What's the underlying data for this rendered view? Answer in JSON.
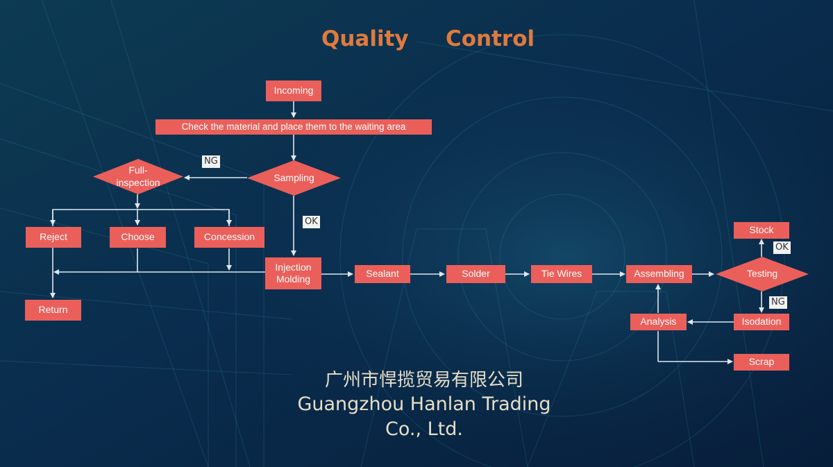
{
  "title": {
    "left": "Quality",
    "right": "Control"
  },
  "nodes": {
    "incoming": "Incoming",
    "check": "Check the material and place them to the waiting area",
    "sampling": "Sampling",
    "full_inspection_1": "Full-",
    "full_inspection_2": "inspection",
    "reject": "Reject",
    "choose": "Choose",
    "concession": "Concession",
    "return": "Return",
    "injection_1": "Injection",
    "injection_2": "Molding",
    "sealant": "Sealant",
    "solder": "Solder",
    "tie_wires": "Tie Wires",
    "assembling": "Assembling",
    "testing": "Testing",
    "stock": "Stock",
    "isodation": "Isodation",
    "analysis": "Analysis",
    "scrap": "Scrap"
  },
  "tags": {
    "ng_sampling": "NG",
    "ok_sampling": "OK",
    "ok_testing": "OK",
    "ng_testing": "NG"
  },
  "footer": {
    "chinese": "广州市悍揽贸易有限公司",
    "english_line1": "Guangzhou Hanlan Trading",
    "english_line2": "Co., Ltd."
  },
  "colors": {
    "node": "#eb5f5a",
    "title": "#e07a3c",
    "arrow": "#dfe7f0",
    "background": "#0a2a4a"
  }
}
